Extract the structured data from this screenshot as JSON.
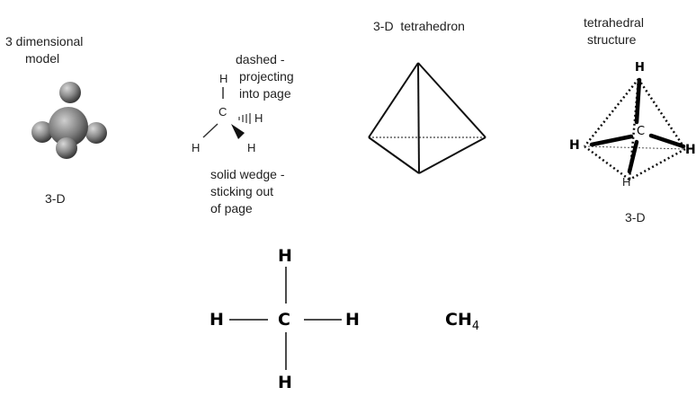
{
  "model_panel": {
    "title_line1": "3 dimensional",
    "title_line2": "model",
    "caption": "3-D"
  },
  "wedge_panel": {
    "dashed_line1": "dashed -",
    "dashed_line2": "projecting",
    "dashed_line3": "into page",
    "solid_line1": "solid wedge -",
    "solid_line2": "sticking out",
    "solid_line3": "of page",
    "atom_h_top": "H",
    "atom_c": "C",
    "atom_h_dashed": "H",
    "atom_h_left": "H",
    "atom_h_wedge": "H"
  },
  "tetrahedron_panel": {
    "title": "3-D  tetrahedron"
  },
  "structure_panel": {
    "title_line1": "tetrahedral",
    "title_line2": "structure",
    "atom_h_top": "H",
    "atom_c": "C",
    "atom_h_left": "H",
    "atom_h_right": "H",
    "atom_h_bottom": "H",
    "caption": "3-D"
  },
  "lewis": {
    "h_top": "H",
    "h_left": "H",
    "c_center": "C",
    "h_right": "H",
    "h_bottom": "H",
    "formula_main": "CH",
    "formula_sub": "4"
  }
}
